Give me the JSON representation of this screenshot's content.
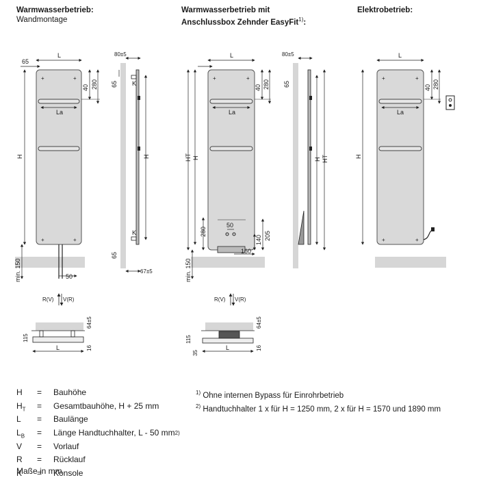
{
  "headers": [
    {
      "title": "Warmwasserbetrieb:",
      "subtitle": "Wandmontage"
    },
    {
      "title": "Warmwasserbetrieb mit",
      "subtitle": "Anschlussbox Zehnder EasyFit",
      "sup": "1)",
      "suffix": ":"
    },
    {
      "title": "Elektrobetrieb:",
      "subtitle": ""
    }
  ],
  "dims": {
    "d65": "65",
    "L": "L",
    "d40": "40",
    "d280": "280",
    "La": "La",
    "H": "H",
    "min150": "min. 150",
    "d50": "50",
    "d80": "80±5",
    "K": "K",
    "d67": "67±5",
    "Ht": "HT",
    "d140": "140",
    "d205": "205",
    "d160": "160",
    "d64": "64±5",
    "d115": "115",
    "d16": "16",
    "d35": "35",
    "RV": "R(V)",
    "VR": "V(R)"
  },
  "legend": [
    {
      "key": "H",
      "sub": "",
      "text": "Bauhöhe",
      "sup": ""
    },
    {
      "key": "H",
      "sub": "T",
      "text": "Gesamtbauhöhe, H + 25 mm",
      "sup": ""
    },
    {
      "key": "L",
      "sub": "",
      "text": "Baulänge",
      "sup": ""
    },
    {
      "key": "L",
      "sub": "B",
      "text": "Länge Handtuchhalter, L - 50 mm",
      "sup": "2)"
    },
    {
      "key": "V",
      "sub": "",
      "text": "Vorlauf",
      "sup": ""
    },
    {
      "key": "R",
      "sub": "",
      "text": "Rücklauf",
      "sup": ""
    },
    {
      "key": "K",
      "sub": "",
      "text": "Konsole",
      "sup": ""
    }
  ],
  "legend_eq": "=",
  "footnotes": [
    {
      "sup": "1)",
      "text": "Ohne internen Bypass für Einrohrbetrieb"
    },
    {
      "sup": "2)",
      "text": "Handtuchhalter 1 x für H = 1250 mm, 2 x für H = 1570 und 1890 mm"
    }
  ],
  "units_note": "Maße in mm",
  "colors": {
    "panel": "#d9d9d9",
    "panel_stroke": "#555555",
    "floor": "#d6d6d6",
    "line": "#222222"
  }
}
